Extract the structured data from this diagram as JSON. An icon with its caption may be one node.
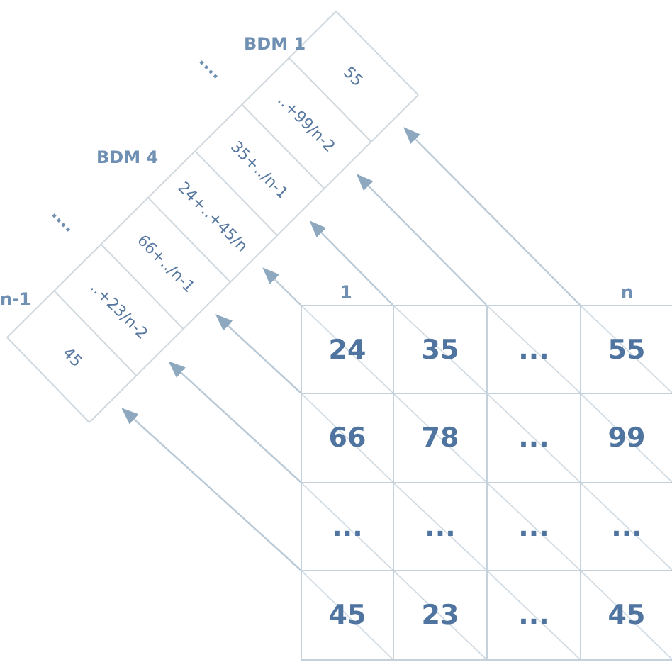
{
  "diagram": {
    "nodes": [
      {
        "text": [
          "55"
        ]
      },
      {
        "text": [
          "..+99/n-2"
        ]
      },
      {
        "text": [
          "35+../n-1"
        ]
      },
      {
        "text": [
          "24+..+45/n"
        ]
      },
      {
        "text": [
          "66+../n-1"
        ]
      },
      {
        "text": [
          "..+23/n-2"
        ]
      },
      {
        "text": [
          "45"
        ]
      },
      {
        "text": [
          "24"
        ]
      },
      {
        "text": [
          "35"
        ]
      },
      {
        "text": [
          "..."
        ]
      },
      {
        "text": [
          "55"
        ]
      },
      {
        "text": [
          "66"
        ]
      },
      {
        "text": [
          "78"
        ]
      },
      {
        "text": [
          "..."
        ]
      },
      {
        "text": [
          "99"
        ]
      },
      {
        "text": [
          "..."
        ]
      },
      {
        "text": [
          "..."
        ]
      },
      {
        "text": [
          "..."
        ]
      },
      {
        "text": [
          "..."
        ]
      },
      {
        "text": [
          "45"
        ]
      },
      {
        "text": [
          "23"
        ]
      },
      {
        "text": [
          "..."
        ]
      },
      {
        "text": [
          "45"
        ]
      }
    ],
    "edges": [
      {
        "from": 10,
        "to": 0,
        "arrow": "to"
      },
      {
        "from": 9,
        "to": 1,
        "arrow": "to"
      },
      {
        "from": 8,
        "to": 2,
        "arrow": "to"
      },
      {
        "from": 7,
        "to": 3,
        "arrow": "to"
      },
      {
        "from": 11,
        "to": 4,
        "arrow": "to"
      },
      {
        "from": 15,
        "to": 5,
        "arrow": "to"
      },
      {
        "from": 19,
        "to": 6,
        "arrow": "to"
      }
    ],
    "labels": [
      "BDM 1",
      "....",
      "BDM 4",
      "....",
      "n-1",
      "1",
      "n"
    ]
  }
}
